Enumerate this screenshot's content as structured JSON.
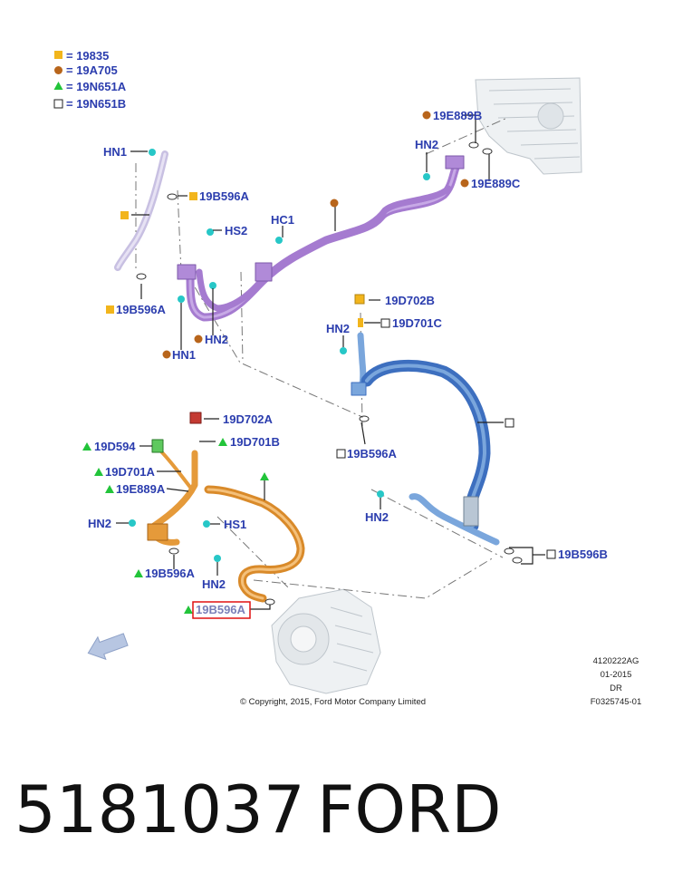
{
  "legend": [
    {
      "symbol": "square-orange",
      "text": "= 19835"
    },
    {
      "symbol": "circle-brown",
      "text": "= 19A705"
    },
    {
      "symbol": "triangle-green",
      "text": "= 19N651A"
    },
    {
      "symbol": "square-outline",
      "text": "= 19N651B"
    }
  ],
  "labels": {
    "hn1_top": "HN1",
    "b596a_1": "19B596A",
    "hs2": "HS2",
    "hc1": "HC1",
    "b596a_2": "19B596A",
    "hn2_mid": "HN2",
    "hn1_bot": "HN1",
    "e889b": "19E889B",
    "hn2_top": "HN2",
    "e889c": "19E889C",
    "d702b": "19D702B",
    "d701c": "19D701C",
    "hn2_right": "HN2",
    "b596a_3": "19B596A",
    "d702a": "19D702A",
    "d701b": "19D701B",
    "d594": "19D594",
    "d701a": "19D701A",
    "e889a": "19E889A",
    "hn2_left": "HN2",
    "hs1": "HS1",
    "b596a_4": "19B596A",
    "hn2_low": "HN2",
    "b596a_hl": "19B596A",
    "hn2_blue": "HN2",
    "b596b": "19B596B"
  },
  "meta": {
    "code": "4120222AG",
    "date": "01-2015",
    "dr": "DR",
    "fig": "F0325745-01",
    "copyright": "© Copyright, 2015, Ford Motor Company Limited"
  },
  "caption": {
    "part_number": "5181037",
    "brand": "FORD"
  },
  "colors": {
    "label": "#2b3dae",
    "purple_line": "#a57bd0",
    "blue_line": "#4a7fc9",
    "orange_line": "#e59a3a",
    "square_orange": "#f2b51c",
    "circle_brown": "#b8651b",
    "triangle_green": "#22c43a",
    "highlight_box": "#e01010"
  }
}
